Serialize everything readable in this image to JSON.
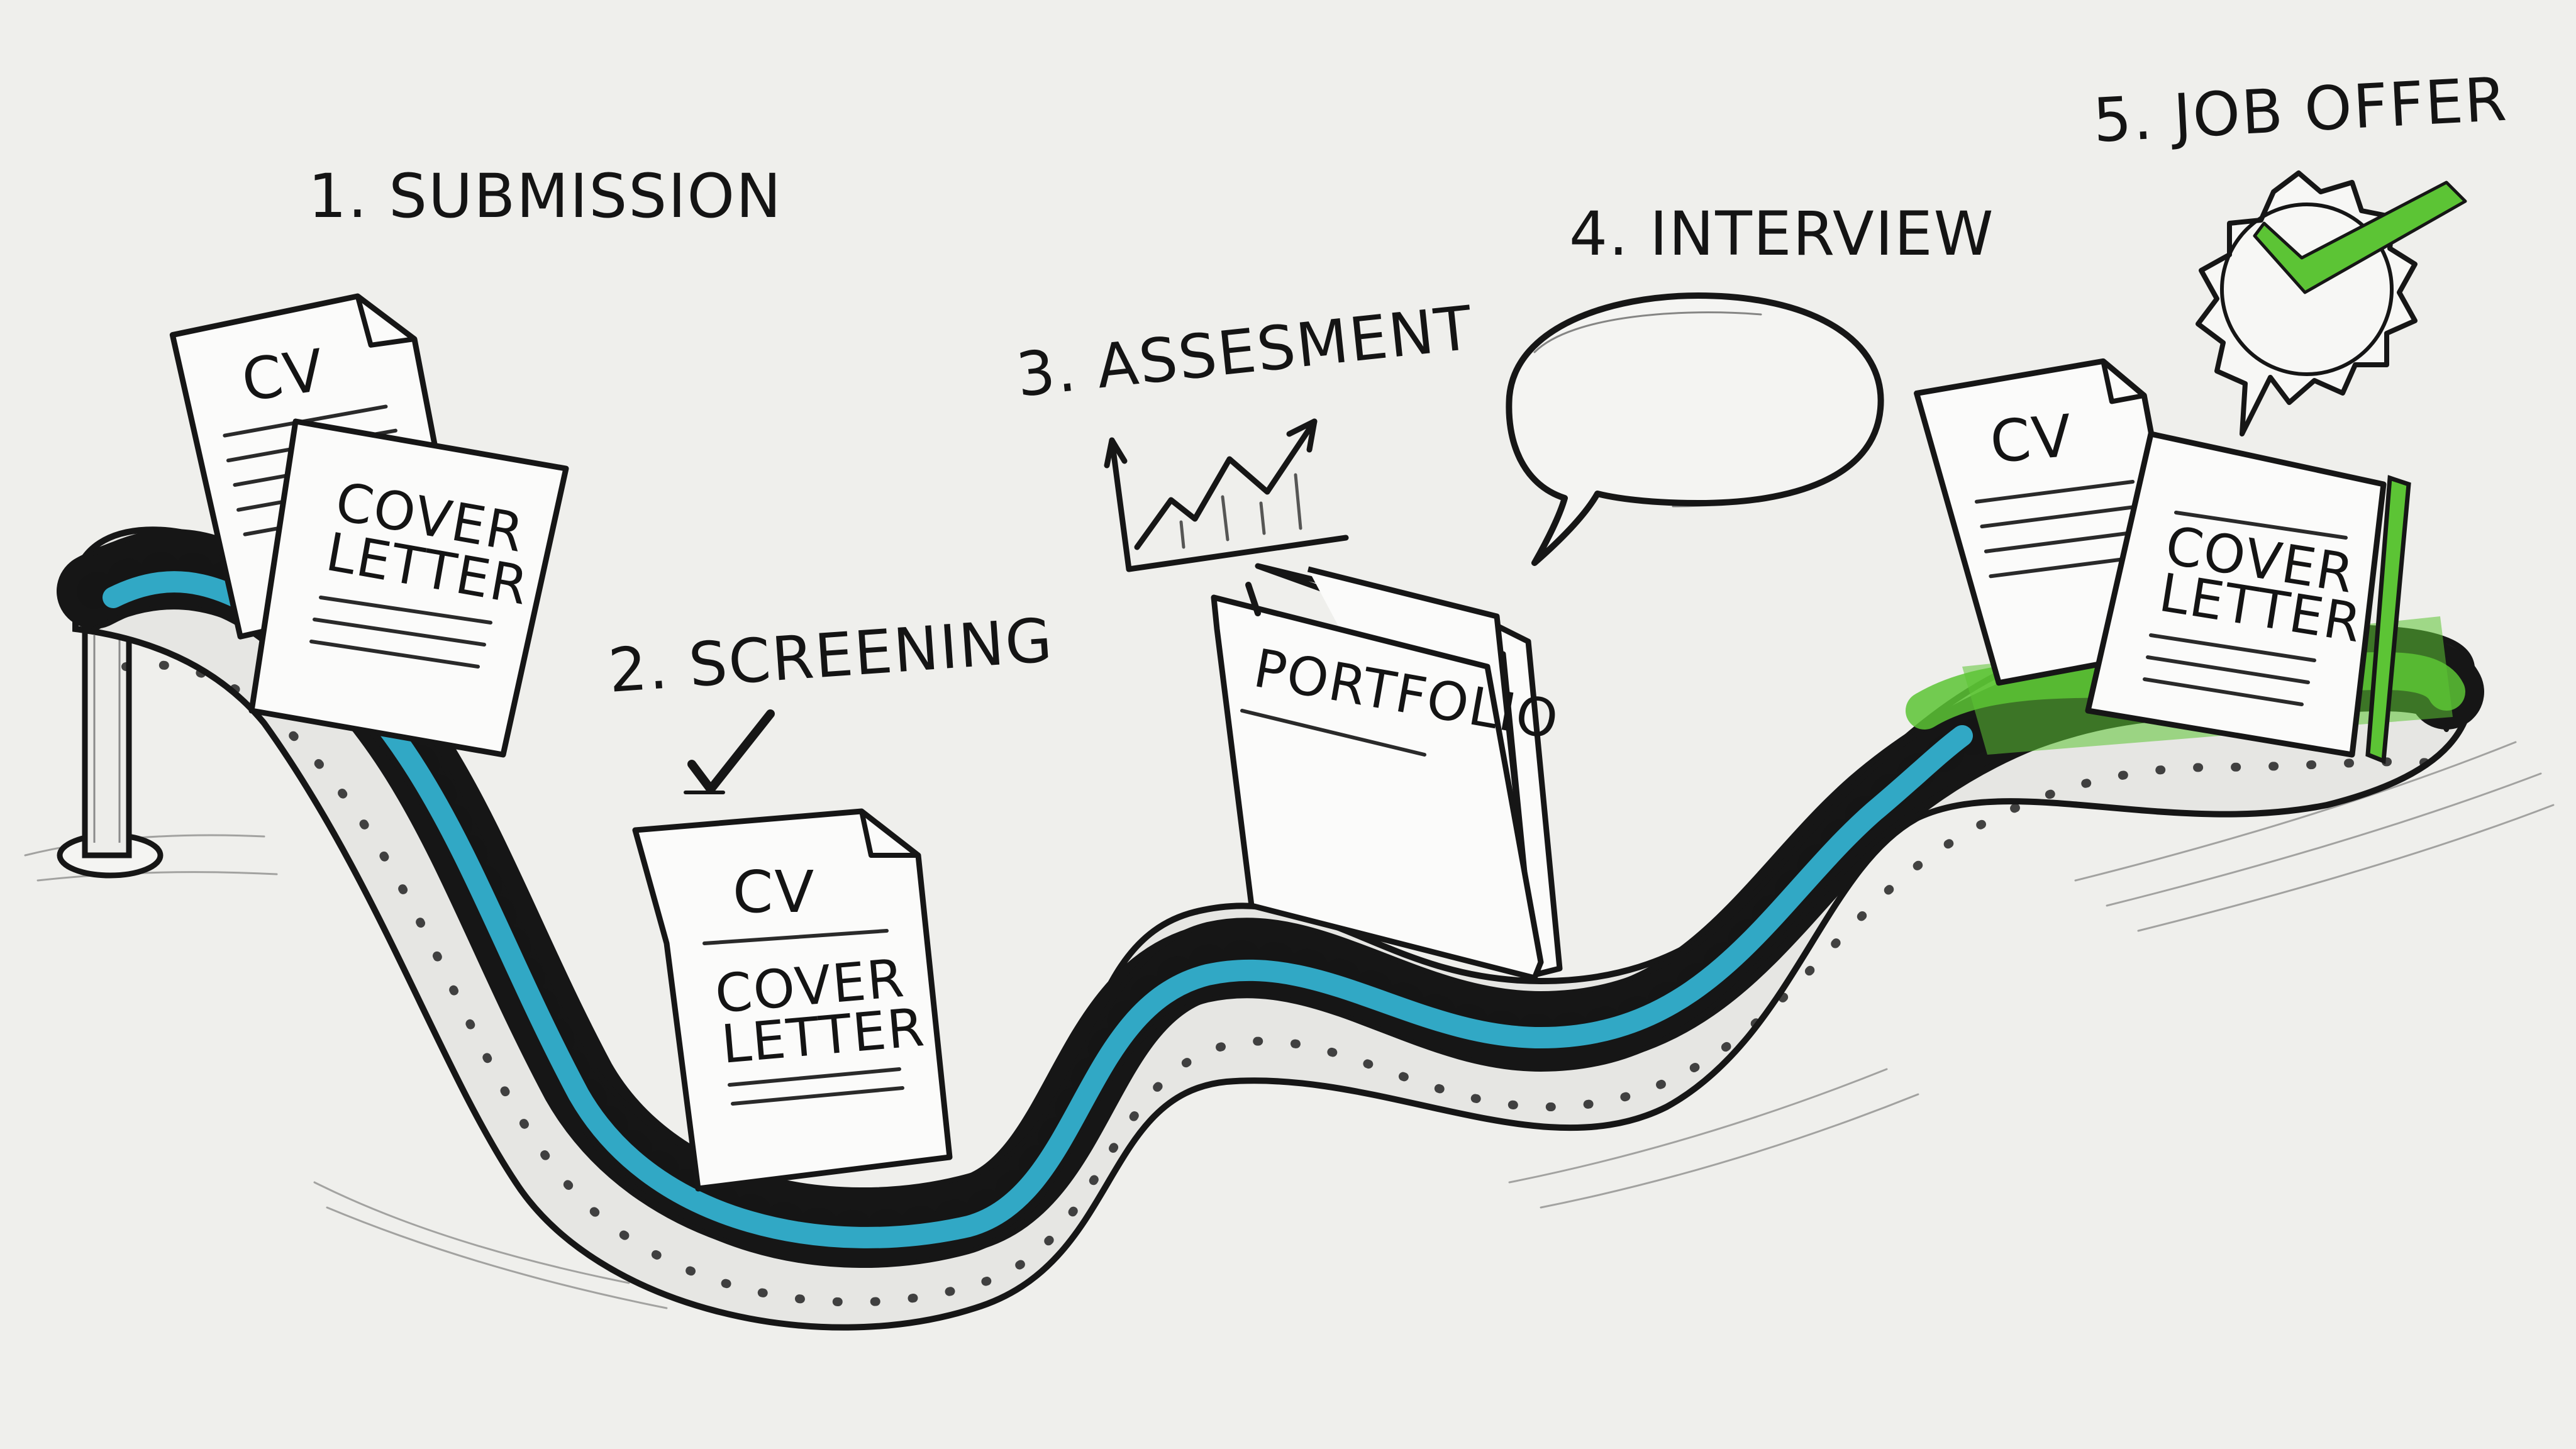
{
  "diagram": {
    "title": "Job application pipeline",
    "colors": {
      "background": "#efefec",
      "ink": "#161616",
      "progress_blue": "#34b8d8",
      "success_green": "#5cc435"
    },
    "stages": [
      {
        "number": "1.",
        "label": "SUBMISSION",
        "full": "1. SUBMISSION",
        "icon": "documents-icon"
      },
      {
        "number": "2.",
        "label": "SCREENING",
        "full": "2. SCREENING",
        "icon": "checkmark-icon"
      },
      {
        "number": "3.",
        "label": "ASSESMENT",
        "full": "3. ASSESMENT",
        "icon": "line-chart-icon"
      },
      {
        "number": "4.",
        "label": "INTERVIEW",
        "full": "4. INTERVIEW",
        "icon": "speech-bubble-icon"
      },
      {
        "number": "5.",
        "label": "JOB OFFER",
        "full": "5. JOB OFFER",
        "icon": "approval-seal-icon"
      }
    ],
    "documents": {
      "submission_cv": "CV",
      "submission_cover_line1": "COVER",
      "submission_cover_line2": "LETTER",
      "screening_cv": "CV",
      "screening_cover_line1": "COVER",
      "screening_cover_line2": "LETTER",
      "assessment_portfolio": "PORTFOLIO",
      "offer_cv": "CV",
      "offer_cover_line1": "COVER",
      "offer_cover_line2": "LETTER"
    },
    "conveyor": {
      "description": "Winding conveyor belt carrying documents through each stage",
      "progress_color_segments": [
        "blue",
        "blue",
        "blue",
        "blue",
        "green"
      ]
    }
  }
}
